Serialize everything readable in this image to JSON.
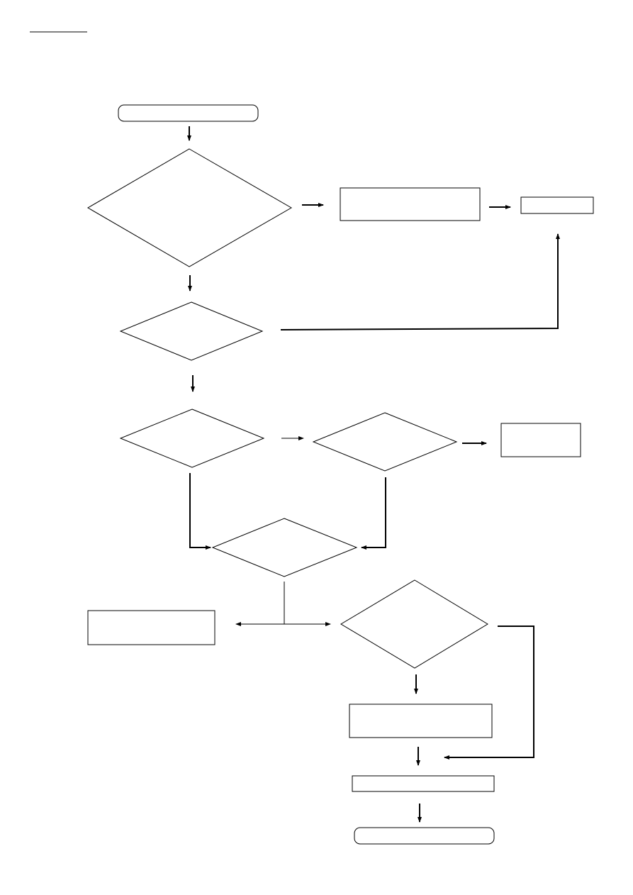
{
  "page": {
    "header": "",
    "background_color": "#ffffff",
    "line_color": "#000000"
  },
  "flowchart": {
    "nodes": [
      {
        "id": "start",
        "shape": "terminator",
        "text": ""
      },
      {
        "id": "decision-1",
        "shape": "diamond",
        "text": ""
      },
      {
        "id": "process-1",
        "shape": "rectangle",
        "text": ""
      },
      {
        "id": "process-2",
        "shape": "rectangle",
        "text": ""
      },
      {
        "id": "decision-2",
        "shape": "diamond",
        "text": ""
      },
      {
        "id": "decision-3",
        "shape": "diamond",
        "text": ""
      },
      {
        "id": "decision-4",
        "shape": "diamond",
        "text": ""
      },
      {
        "id": "process-3",
        "shape": "rectangle",
        "text": ""
      },
      {
        "id": "decision-5",
        "shape": "diamond",
        "text": ""
      },
      {
        "id": "process-4",
        "shape": "rectangle",
        "text": ""
      },
      {
        "id": "decision-6",
        "shape": "diamond",
        "text": ""
      },
      {
        "id": "process-5",
        "shape": "rectangle",
        "text": ""
      },
      {
        "id": "process-6",
        "shape": "rectangle",
        "text": ""
      },
      {
        "id": "end",
        "shape": "terminator",
        "text": ""
      }
    ]
  }
}
